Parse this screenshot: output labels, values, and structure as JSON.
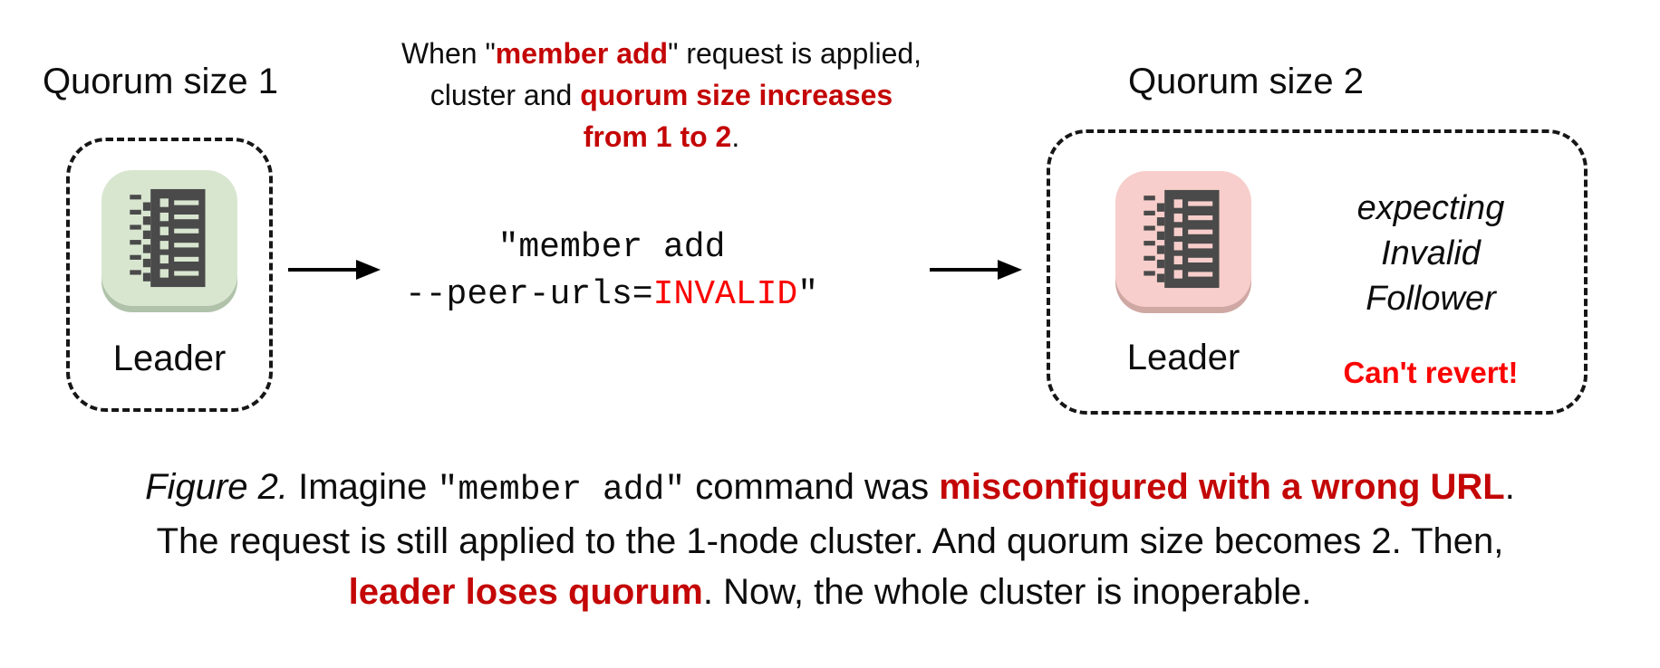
{
  "colors": {
    "dark_red_emphasis": "#c40606",
    "bright_red": "#fa0400",
    "node_green_bg": "#d8e6d0",
    "node_green_shadow": "#b0c2aa",
    "node_pink_bg": "#f7cecb",
    "node_pink_shadow": "#cfa8a4",
    "glyph_dark": "#4a4a4a"
  },
  "left_cluster": {
    "title": "Quorum size 1",
    "node_label": "Leader"
  },
  "annotation": {
    "l1_pre": "When \"",
    "l1_red": "member add",
    "l1_post": "\" request is applied,",
    "l2_pre": "cluster and ",
    "l2_red": "quorum size increases",
    "l3_red": "from 1 to 2",
    "l3_post": "."
  },
  "command": {
    "line1": "\"member add",
    "line2_pre": "--peer-urls=",
    "line2_red": "INVALID",
    "line2_post": "\""
  },
  "right_cluster": {
    "title": "Quorum size 2",
    "node_label": "Leader",
    "status_line1": "expecting",
    "status_line2": "Invalid",
    "status_line3": "Follower",
    "warning": "Can't revert!"
  },
  "caption": {
    "fig_label": "Figure 2.",
    "l1_a": " Imagine ",
    "l1_code": "\"member add\"",
    "l1_b": " command was ",
    "l1_red": "misconfigured with a wrong URL",
    "l1_c": ".",
    "l2": "The request is still applied to the 1-node cluster. And quorum size becomes 2. Then,",
    "l3_red": "leader loses quorum",
    "l3_a": ". Now, the whole cluster is inoperable."
  }
}
